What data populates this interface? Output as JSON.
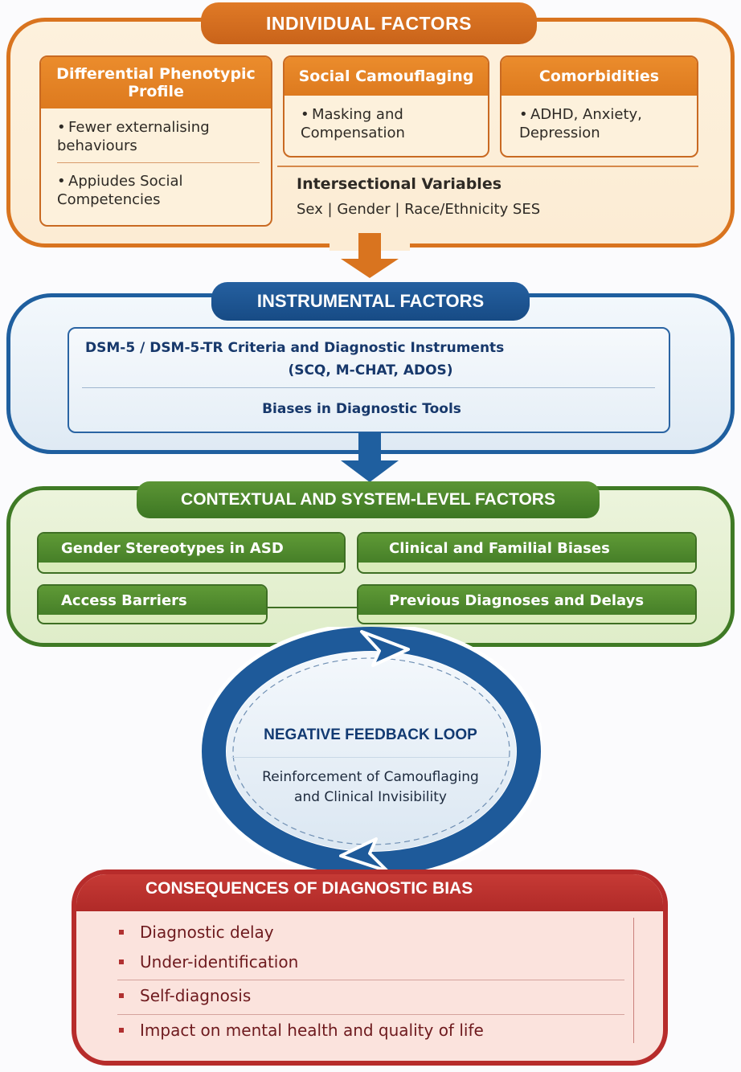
{
  "individual": {
    "title": "INDIVIDUAL FACTORS",
    "phenotypic": {
      "title": "Differential Phenotypic Profile",
      "items": [
        "Fewer externalising behaviours",
        "Appiudes Social Competencies"
      ]
    },
    "camouflaging": {
      "title": "Social Camouflaging",
      "items": [
        "Masking and Compensation"
      ]
    },
    "comorbidities": {
      "title": "Comorbidities",
      "items": [
        "ADHD, Anxiety, Depression"
      ]
    },
    "intersectional": {
      "title": "Intersectional Variables",
      "text": "Sex | Gender | Race/Ethnicity SES"
    }
  },
  "instrumental": {
    "title": "INSTRUMENTAL FACTORS",
    "criteria_line1": "DSM-5 / DSM-5-TR Criteria and Diagnostic Instruments",
    "criteria_line2": "(SCQ, M-CHAT, ADOS)",
    "biases": "Biases in Diagnostic Tools"
  },
  "contextual": {
    "title": "CONTEXTUAL AND SYSTEM-LEVEL FACTORS",
    "items": [
      "Gender Stereotypes in ASD",
      "Clinical and Familial Biases",
      "Access Barriers",
      "Previous Diagnoses and Delays"
    ]
  },
  "loop": {
    "title": "NEGATIVE FEEDBACK LOOP",
    "line1": "Reinforcement of Camouflaging",
    "line2": "and Clinical Invisibility"
  },
  "consequences": {
    "title": "CONSEQUENCES OF DIAGNOSTIC BIAS",
    "items": [
      "Diagnostic delay",
      "Under-identification",
      "Self-diagnosis",
      "Impact on mental health and quality of life"
    ]
  },
  "colors": {
    "individual": "#d9741f",
    "instrumental": "#1f5f9f",
    "contextual": "#3f7a25",
    "loop": "#1e5a9a",
    "consequences": "#b72c2b"
  }
}
